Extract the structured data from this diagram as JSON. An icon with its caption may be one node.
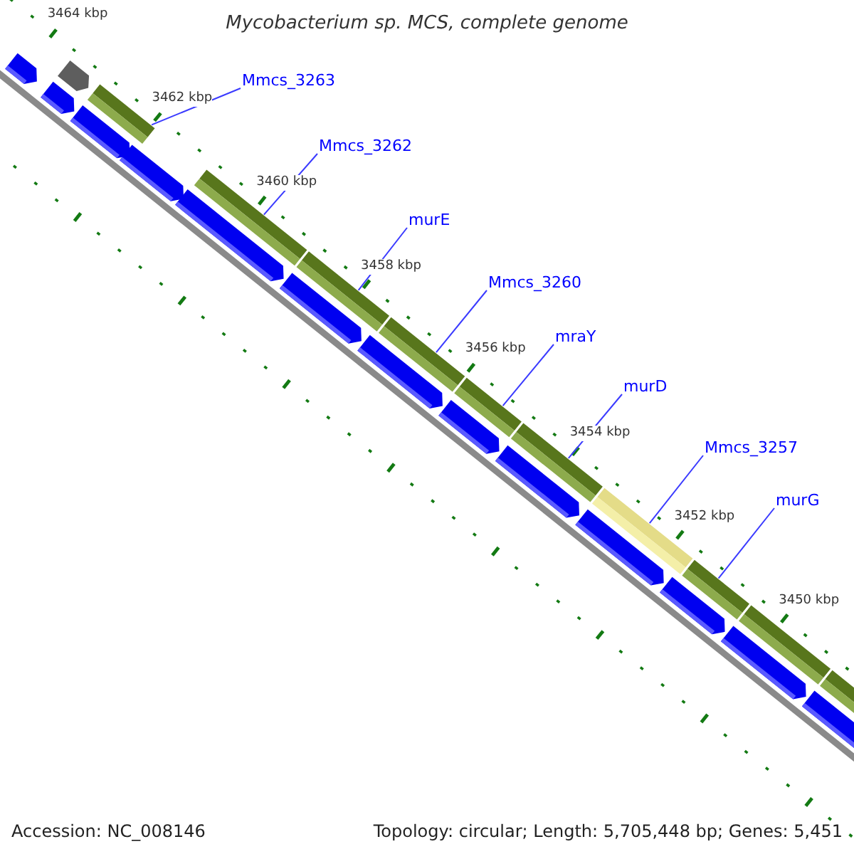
{
  "diagram": {
    "title": "Mycobacterium sp. MCS, complete genome",
    "nodes": [
      {
        "text": [
          "Mmcs_3263"
        ]
      },
      {
        "text": [
          "Mmcs_3262"
        ]
      },
      {
        "text": [
          "murE"
        ]
      },
      {
        "text": [
          "Mmcs_3260"
        ]
      },
      {
        "text": [
          "mraY"
        ]
      },
      {
        "text": [
          "murD"
        ]
      },
      {
        "text": [
          "Mmcs_3257"
        ]
      },
      {
        "text": [
          "murG"
        ]
      },
      {
        "text": [],
        "shape": "bar"
      },
      {
        "text": [],
        "shape": "bar"
      },
      {
        "text": [],
        "shape": "bar"
      },
      {
        "text": [],
        "shape": "bar"
      },
      {
        "text": [],
        "shape": "bar"
      },
      {
        "text": [],
        "shape": "bar"
      },
      {
        "text": [],
        "shape": "bar"
      },
      {
        "text": [],
        "shape": "bar"
      },
      {
        "text": [],
        "shape": "bar"
      },
      {
        "text": [],
        "shape": "bar"
      }
    ],
    "edges": [
      {
        "from": 0,
        "to": 8,
        "arrow": "none"
      },
      {
        "from": 1,
        "to": 9,
        "arrow": "none"
      },
      {
        "from": 2,
        "to": 10,
        "arrow": "none"
      },
      {
        "from": 3,
        "to": 11,
        "arrow": "none"
      },
      {
        "from": 4,
        "to": 12,
        "arrow": "none"
      },
      {
        "from": 5,
        "to": 13,
        "arrow": "none"
      },
      {
        "from": 6,
        "to": 14,
        "arrow": "none"
      },
      {
        "from": 7,
        "to": 15,
        "arrow": "none"
      }
    ],
    "labels": [
      "3464 kbp",
      "3462 kbp",
      "3460 kbp",
      "3458 kbp",
      "3456 kbp",
      "3454 kbp",
      "3452 kbp",
      "3450 kbp",
      "Accession: NC_008146",
      "Topology: circular; Length: 5,705,448 bp; Genes: 5,451"
    ]
  }
}
